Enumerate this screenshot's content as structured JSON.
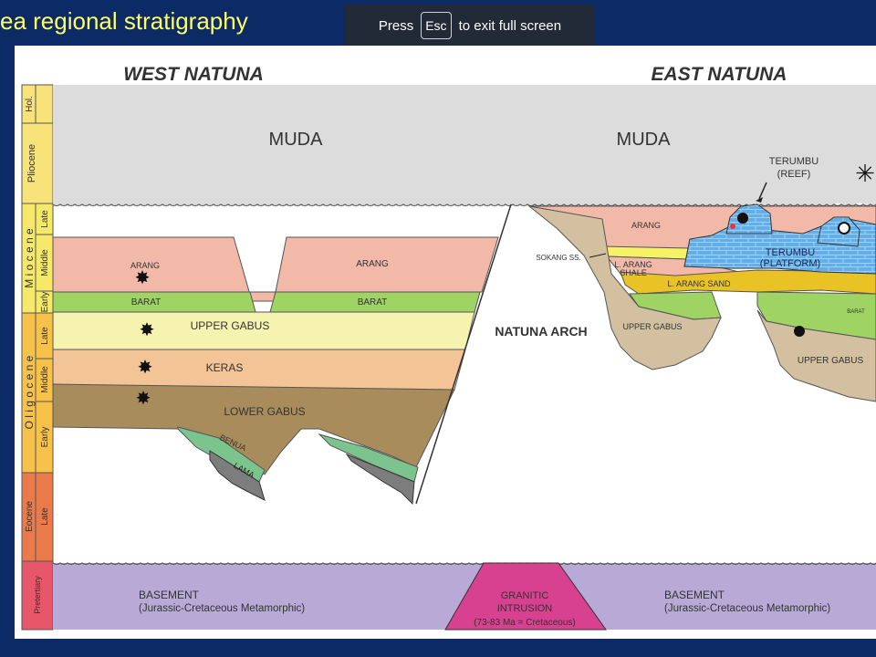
{
  "slide": {
    "title": "ea regional stratigraphy"
  },
  "fullscreen": {
    "press": "Press",
    "key": "Esc",
    "rest": "to exit full screen"
  },
  "headings": {
    "west": "WEST NATUNA",
    "east": "EAST NATUNA",
    "arch": "NATUNA ARCH"
  },
  "timescale": {
    "hol": "Hol.",
    "pliocene": "Pliocene",
    "miocene": "M i o c e n e",
    "oligocene": "O l i g o c e n e",
    "eocene": "Eocene",
    "pretertiary": "Pretertiary",
    "late": "Late",
    "middle": "Middle",
    "early": "Early"
  },
  "units": {
    "muda": "MUDA",
    "arang": "ARANG",
    "barat": "BARAT",
    "upper_gabus": "UPPER GABUS",
    "keras": "KERAS",
    "lower_gabus": "LOWER GABUS",
    "benua": "BENUA",
    "lama": "LAMA",
    "sokang": "SOKANG SS.",
    "l_arang_shale_1": "L. ARANG",
    "l_arang_shale_2": "SHALE",
    "l_arang_sand": "L. ARANG SAND",
    "terumbu_reef_1": "TERUMBU",
    "terumbu_reef_2": "(REEF)",
    "terumbu_platform_1": "TERUMBU",
    "terumbu_platform_2": "(PLATFORM)"
  },
  "basement": {
    "label": "BASEMENT",
    "sub": "(Jurassic-Cretaceous Metamorphic)",
    "granitic_1": "GRANITIC",
    "granitic_2": "INTRUSION",
    "granitic_3": "(73-83 Ma = Cretaceous)"
  },
  "colors": {
    "muda": "#dcdcdc",
    "arang": "#f2b8a8",
    "barat": "#9fd464",
    "upper_gabus": "#f6f2b0",
    "keras": "#f2c496",
    "lower_gabus": "#a98c5c",
    "basement": "#b9a9d6",
    "granite": "#d8418f",
    "platform": "#62aee8",
    "sand": "#e9c226",
    "upper_gabus_east": "#d2c0a0"
  }
}
